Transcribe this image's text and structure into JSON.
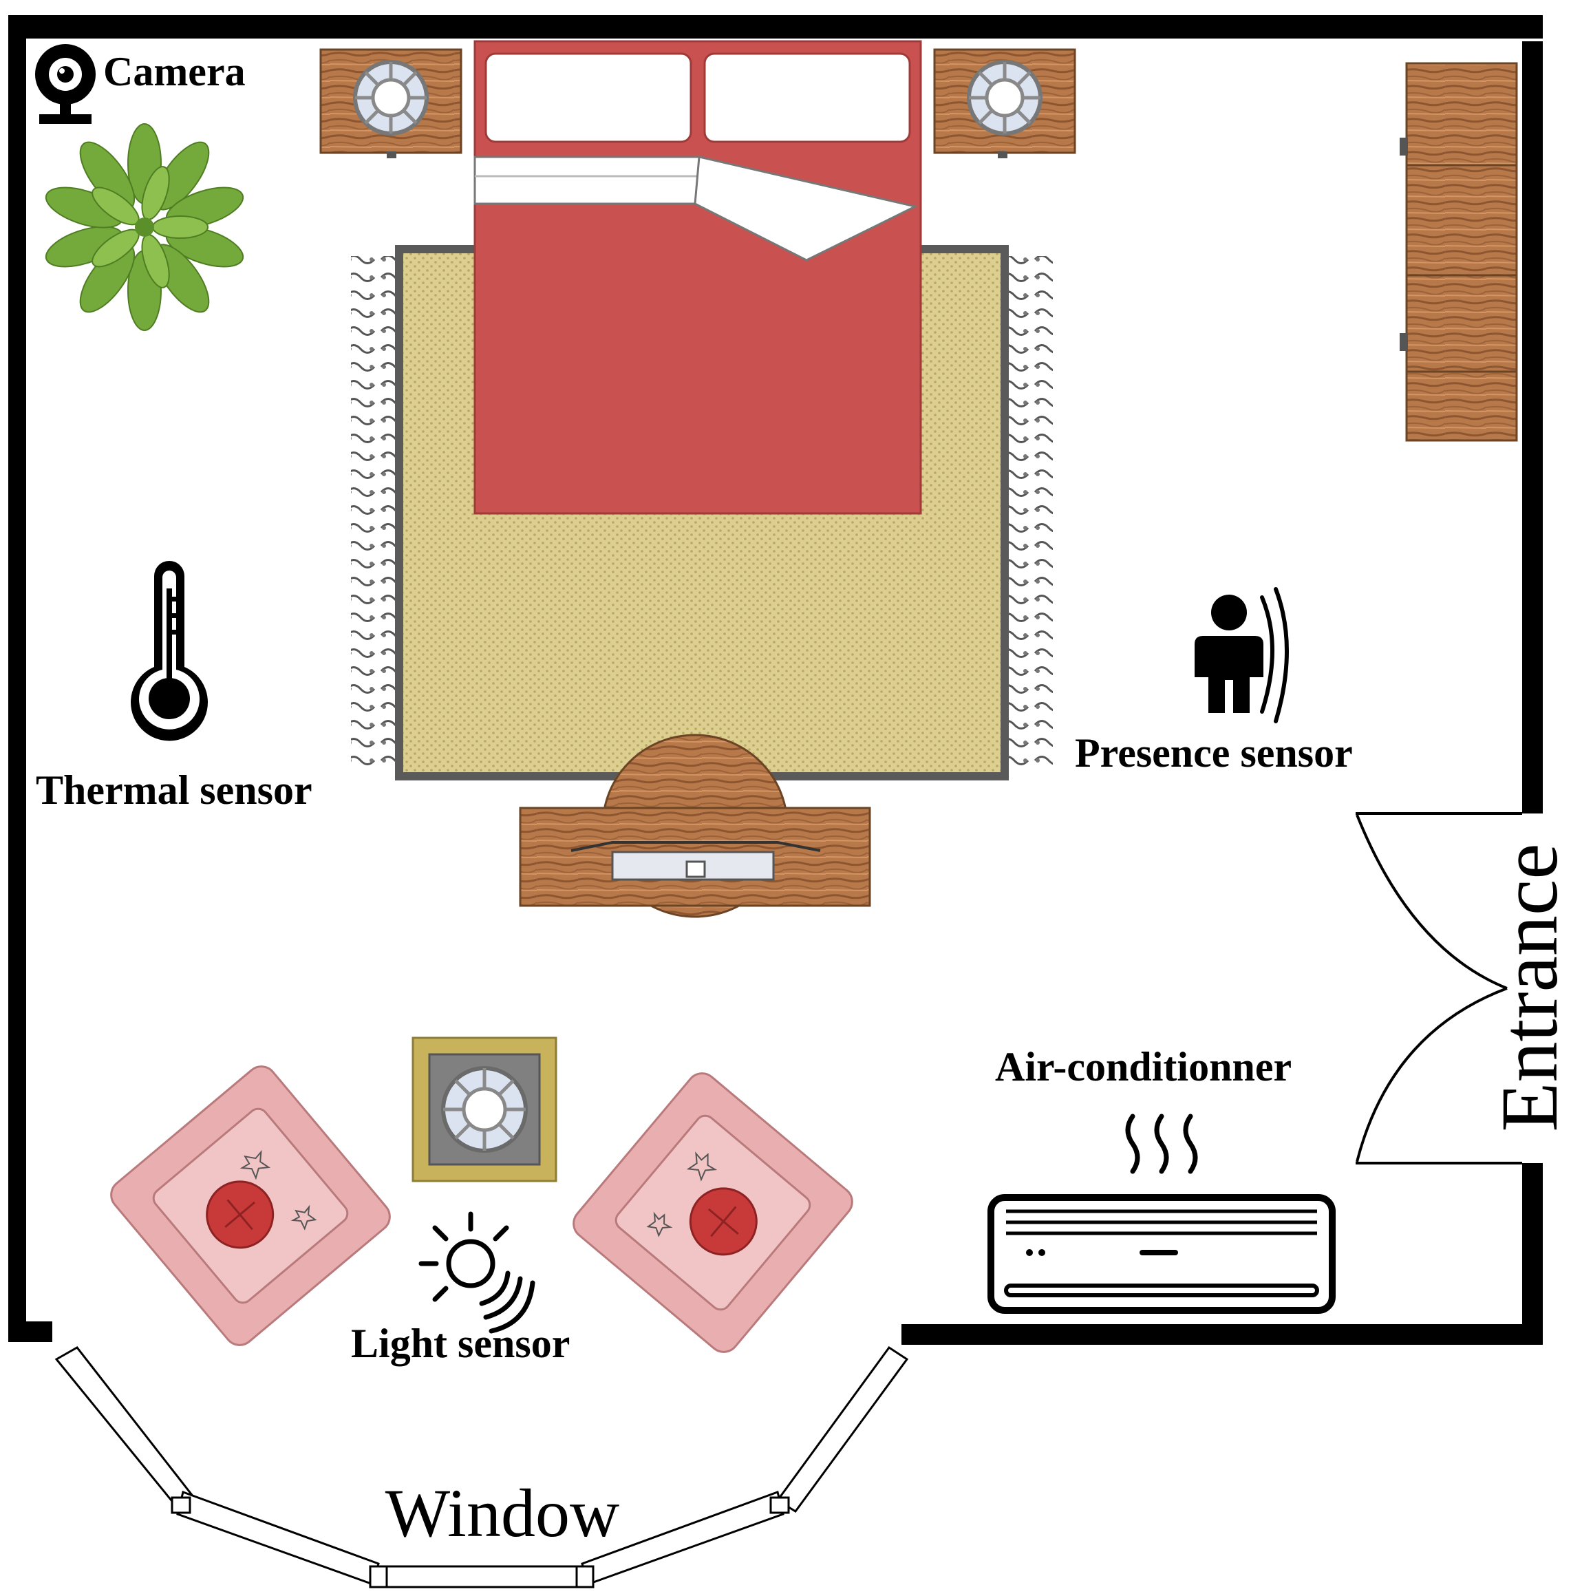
{
  "labels": {
    "camera": "Camera",
    "thermal_sensor": "Thermal sensor",
    "presence_sensor": "Presence sensor",
    "air_conditioner": "Air-conditionner",
    "light_sensor": "Light sensor",
    "window": "Window",
    "entrance": "Entrance"
  },
  "icons": {
    "camera": "webcam-icon",
    "plant": "potted-plant-icon",
    "thermal_sensor": "thermometer-icon",
    "presence_sensor": "person-signal-icon",
    "light_sensor": "sun-signal-icon",
    "air_conditioner": "air-conditioner-icon",
    "lamp": "lamp-icon"
  },
  "colors": {
    "wall": "#000000",
    "bedspread": "#c9514f",
    "pillow": "#ffffff",
    "rug": "#d8cc8a",
    "rug_border": "#5a5a5a",
    "wood": "#b7784a",
    "wood_dark": "#8e5630",
    "armchair": "#e9aeb0",
    "cushion": "#c83a3a",
    "plant": "#74a93c",
    "side_table_gold": "#c8b25c",
    "lamp_grey": "#808080"
  }
}
